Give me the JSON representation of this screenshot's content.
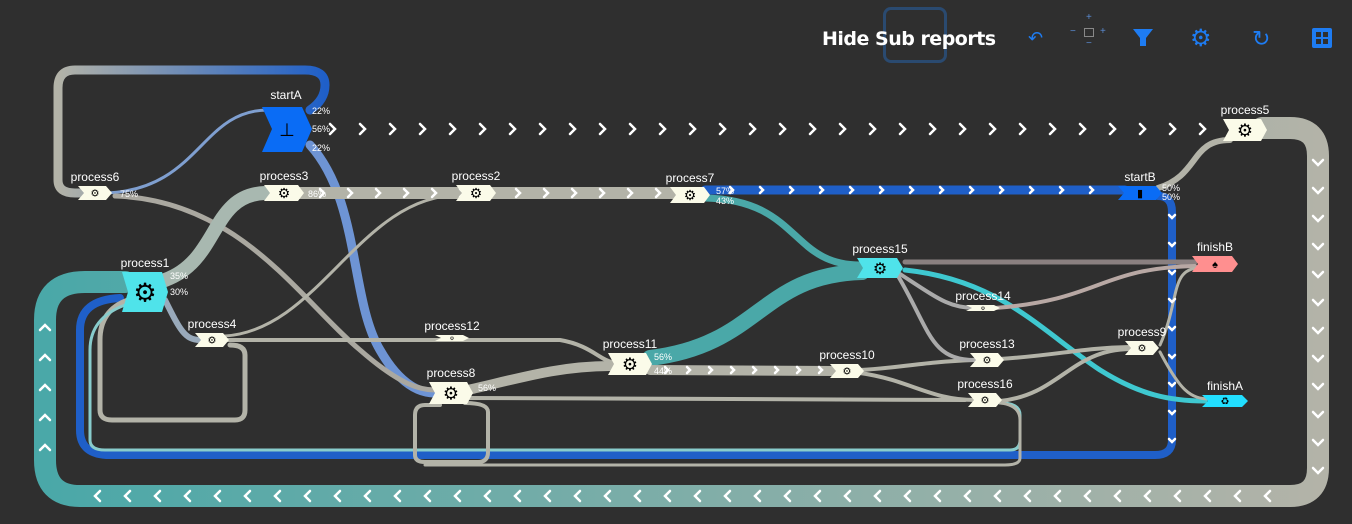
{
  "toolbar": {
    "hide_sub_reports": "Hide Sub reports",
    "icons": [
      "undo-icon",
      "zoom-pan-icon",
      "filter-icon",
      "gear-icon",
      "refresh-icon",
      "grid-icon"
    ],
    "accent": "#1e7cf2"
  },
  "nodes": {
    "startA": {
      "label": "startA",
      "pcts": [
        "22%",
        "56%",
        "22%"
      ]
    },
    "startB": {
      "label": "startB",
      "pcts": [
        "50%",
        "50%"
      ]
    },
    "process1": {
      "label": "process1",
      "pcts": [
        "35%",
        "30%"
      ]
    },
    "process2": {
      "label": "process2"
    },
    "process3": {
      "label": "process3",
      "pcts": [
        "86%"
      ]
    },
    "process4": {
      "label": "process4"
    },
    "process5": {
      "label": "process5"
    },
    "process6": {
      "label": "process6",
      "pcts": [
        "75%"
      ]
    },
    "process7": {
      "label": "process7",
      "pcts": [
        "57%",
        "43%"
      ]
    },
    "process8": {
      "label": "process8",
      "pcts": [
        "56%"
      ]
    },
    "process9": {
      "label": "process9"
    },
    "process10": {
      "label": "process10"
    },
    "process11": {
      "label": "process11",
      "pcts": [
        "56%",
        "44%"
      ]
    },
    "process12": {
      "label": "process12"
    },
    "process13": {
      "label": "process13"
    },
    "process14": {
      "label": "process14"
    },
    "process15": {
      "label": "process15"
    },
    "process16": {
      "label": "process16"
    },
    "finishA": {
      "label": "finishA"
    },
    "finishB": {
      "label": "finishB"
    }
  },
  "colors": {
    "start": "#0a6cf5",
    "teal": "#4fe3ea",
    "process": "#fbfbe9",
    "finishB": "#ff8f8f",
    "finishA": "#22dfff",
    "gray_flow": "#b3b3a8",
    "blue_flow": "#1f5fc8",
    "teal_flow": "#4aa8a8"
  }
}
